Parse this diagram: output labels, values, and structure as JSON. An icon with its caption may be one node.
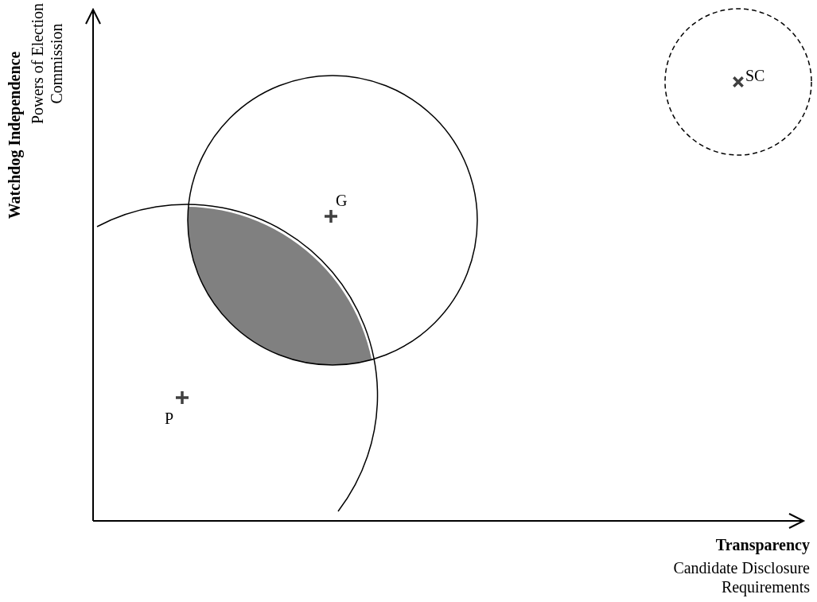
{
  "diagram": {
    "labels": [
      "Watchdog Independence",
      "Powers of Election Commission",
      "SC",
      "G",
      "P",
      "Transparency",
      "Candidate Disclosure Requirements"
    ]
  }
}
